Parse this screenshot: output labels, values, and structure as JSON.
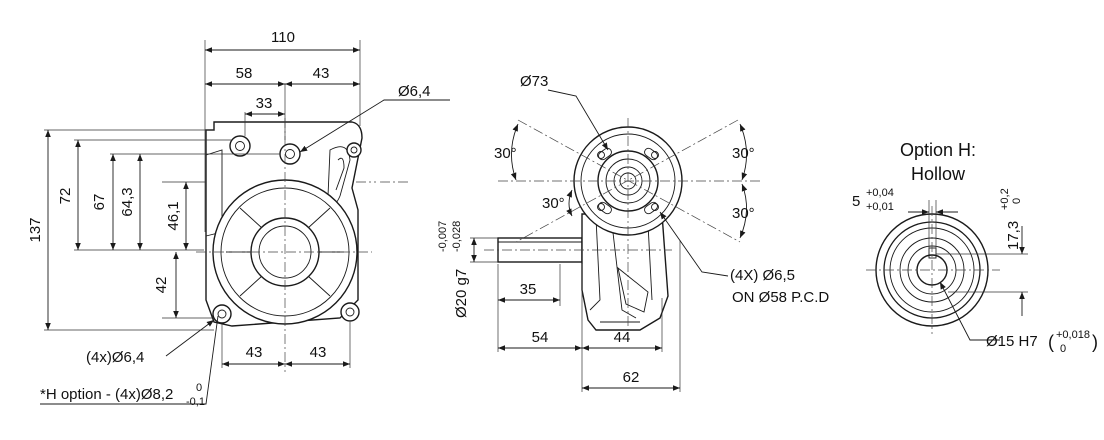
{
  "front_view": {
    "dims": {
      "width_110": "110",
      "width_58": "58",
      "width_43_top": "43",
      "width_33": "33",
      "hole_top": "Ø6,4",
      "height_137": "137",
      "height_72": "72",
      "height_67": "67",
      "height_64_3": "64,3",
      "height_46_1": "46,1",
      "height_42": "42",
      "bottom_43_left": "43",
      "bottom_43_right": "43"
    },
    "holes_label": "(4x)Ø6,4",
    "h_option": {
      "text": "*H option - (4x)Ø8,2",
      "tol_upper": "0",
      "tol_lower": "-0,1"
    }
  },
  "side_view": {
    "flange_dia": "Ø73",
    "angle_top_left": "30°",
    "angle_top_right": "30°",
    "angle_mid_left": "30°",
    "angle_mid_right": "30°",
    "shaft": {
      "text": "Ø20 g7",
      "tol_upper": "-0,007",
      "tol_lower": "-0,028"
    },
    "holes_line1": "(4X) Ø6,5",
    "holes_line2": "ON Ø58 P.C.D",
    "dims": {
      "len_35": "35",
      "len_54": "54",
      "len_44": "44",
      "len_62": "62"
    }
  },
  "option_h": {
    "title_line1": "Option H:",
    "title_line2": "Hollow",
    "key_width": "5",
    "key_tol_upper": "+0,04",
    "key_tol_lower": "+0,01",
    "key_depth": "17,3",
    "depth_tol_upper": "+0,2",
    "depth_tol_lower": "0",
    "bore": "Ø15 H7",
    "bore_tol_upper": "+0,018",
    "bore_tol_lower": "0"
  }
}
